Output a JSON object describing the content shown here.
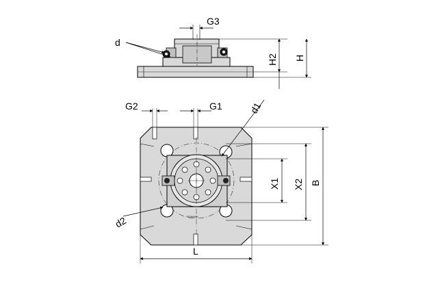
{
  "labels": {
    "g3": "G3",
    "d": "d",
    "h2": "H2",
    "h": "H",
    "g2": "G2",
    "g1": "G1",
    "d1": "d1",
    "x1": "X1",
    "x2": "X2",
    "b": "B",
    "d2": "d2",
    "l": "L",
    "logo": "SCHUNK"
  },
  "colors": {
    "line": "#000000",
    "body_fill": "#d9d9d9",
    "body_fill_dark": "#bfbfbf",
    "hole_fill": "#ffffff"
  }
}
